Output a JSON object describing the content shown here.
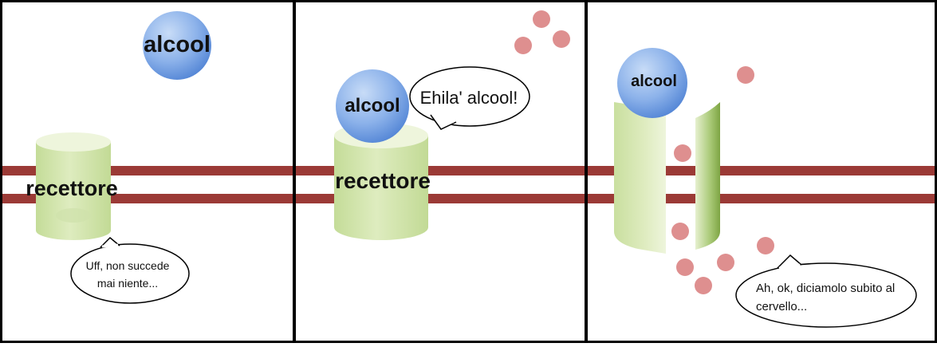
{
  "panels": [
    {
      "ball_label": "alcool",
      "receptor_label": "recettore",
      "bubble_lines": [
        "Uff, non succede",
        "mai niente..."
      ]
    },
    {
      "ball_label": "alcool",
      "receptor_label": "recettore",
      "bubble_lines": [
        "Ehila' alcool!"
      ]
    },
    {
      "ball_label": "alcool",
      "bubble_lines": [
        "Ah, ok, diciamolo subito al",
        "cervello..."
      ]
    }
  ],
  "colors": {
    "membrane": "#9b3a36",
    "receptor_fill": "#d6e7b3",
    "receptor_shade": "#8fb35a",
    "alcohol_ball": "#6a97dc",
    "ion": "#de8f8f",
    "border": "#000000"
  }
}
